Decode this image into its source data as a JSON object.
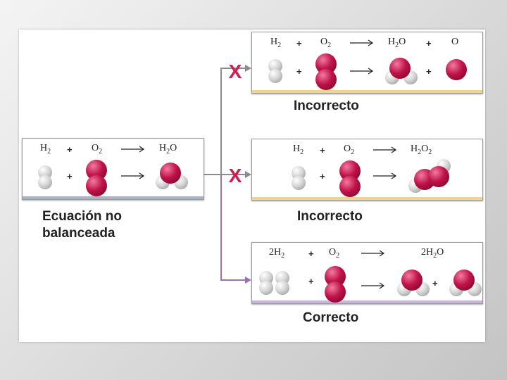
{
  "colors": {
    "oxygen": "#c0134a",
    "hydrogen": "#d6d6d6",
    "wrong_mark": "#cc1f4f",
    "correct_line": "#9b72b8",
    "incorrect_bar": "#f0d590",
    "correct_bar": "#c9b3da",
    "left_bar": "#a9b4c2",
    "arrow_line": "#8c8c8c"
  },
  "plus": "+",
  "cross_mark": "X",
  "unbalanced": {
    "equation": {
      "reactant1": "H",
      "reactant1_sub": "2",
      "reactant2": "O",
      "reactant2_sub": "2",
      "product": "H",
      "product_sub": "2",
      "product_tail": "O"
    },
    "label_line1": "Ecuación no",
    "label_line2": "balanceada"
  },
  "option1": {
    "equation": {
      "reactant1": "H",
      "reactant1_sub": "2",
      "reactant2": "O",
      "reactant2_sub": "2",
      "product1": "H",
      "product1_sub": "2",
      "product1_tail": "O",
      "product2": "O"
    },
    "verdict": "Incorrecto"
  },
  "option2": {
    "equation": {
      "reactant1": "H",
      "reactant1_sub": "2",
      "reactant2": "O",
      "reactant2_sub": "2",
      "product": "H",
      "product_sub": "2",
      "product_mid": "O",
      "product_sub2": "2"
    },
    "verdict": "Incorrecto"
  },
  "option3": {
    "equation": {
      "reactant1": "2H",
      "reactant1_sub": "2",
      "reactant2": "O",
      "reactant2_sub": "2",
      "product": "2H",
      "product_sub": "2",
      "product_tail": "O"
    },
    "verdict": "Correcto"
  }
}
